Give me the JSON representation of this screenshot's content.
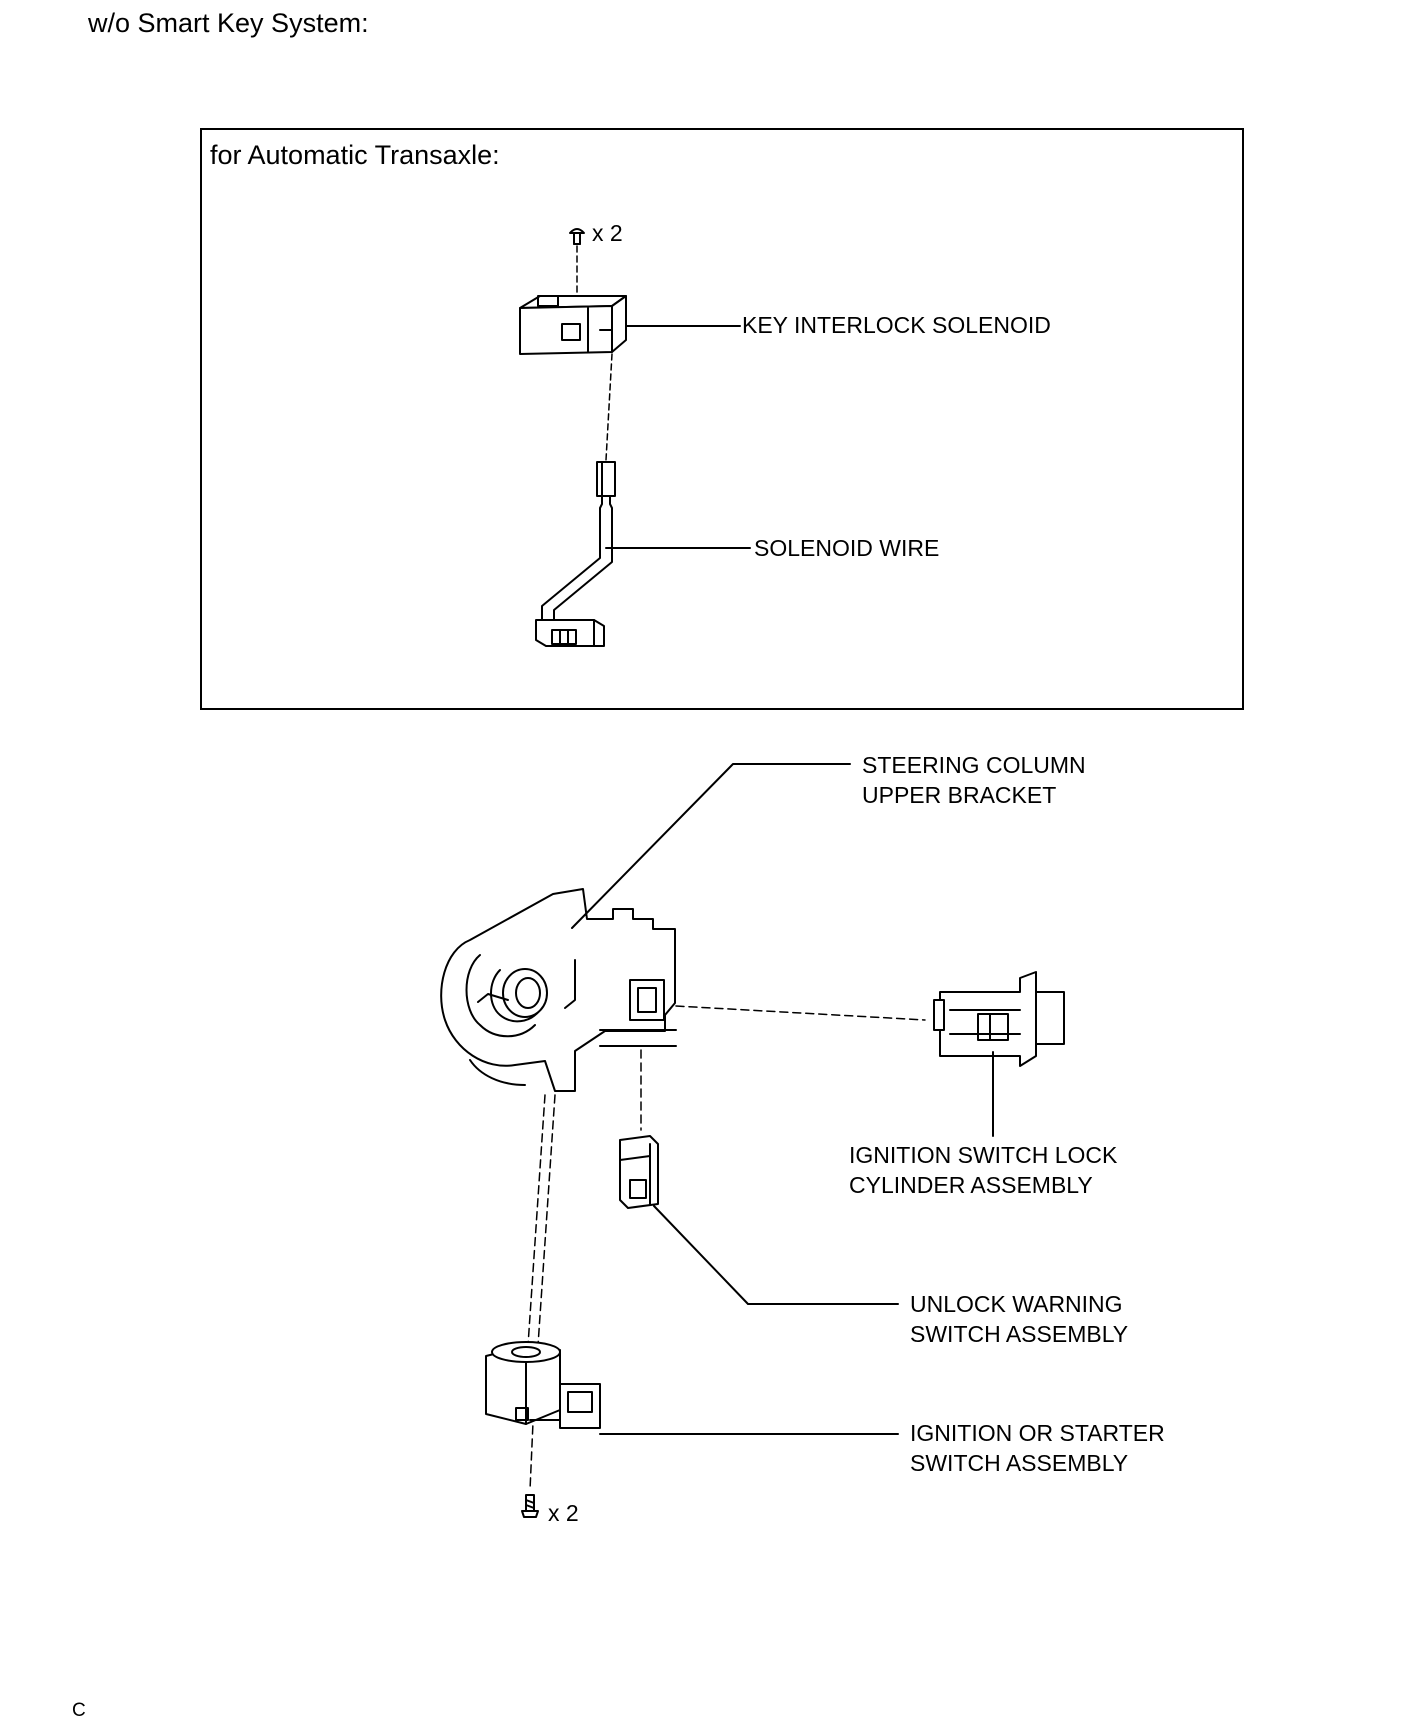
{
  "heading": "w/o Smart Key System:",
  "inset": {
    "title": "for Automatic Transaxle:",
    "screw_qty": "x 2",
    "labels": {
      "key_interlock_solenoid": "KEY INTERLOCK SOLENOID",
      "solenoid_wire": "SOLENOID WIRE"
    }
  },
  "main": {
    "screw_qty": "x 2",
    "labels": {
      "steering_column_upper_bracket": [
        "STEERING COLUMN",
        "UPPER BRACKET"
      ],
      "ignition_switch_lock_cylinder": [
        "IGNITION SWITCH LOCK",
        "CYLINDER ASSEMBLY"
      ],
      "unlock_warning_switch": [
        "UNLOCK WARNING",
        "SWITCH ASSEMBLY"
      ],
      "ignition_or_starter_switch": [
        "IGNITION OR STARTER",
        "SWITCH ASSEMBLY"
      ]
    }
  },
  "footer": "C"
}
